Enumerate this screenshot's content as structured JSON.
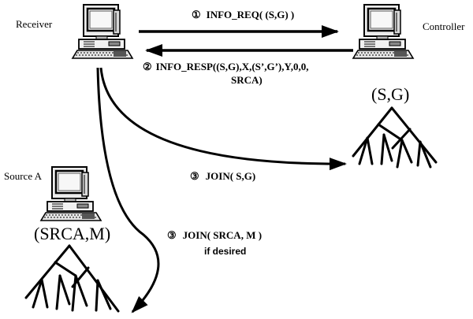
{
  "nodes": {
    "receiver": {
      "label": "Receiver"
    },
    "controller": {
      "label": "Controller",
      "tree_label": "(S,G)"
    },
    "source_a": {
      "label": "Source A",
      "tree_label": "(SRCA,M)"
    }
  },
  "messages": {
    "info_req": {
      "number": "①",
      "text": "INFO_REQ( (S,G) )"
    },
    "info_resp": {
      "number": "②",
      "line1": "INFO_RESP((S,G),X,(S’,G’),Y,0,0,",
      "line2": "SRCA)"
    },
    "join_sg": {
      "number": "③",
      "text": "JOIN( S,G)"
    },
    "join_srca": {
      "number": "③",
      "line1": "JOIN( SRCA, M )",
      "line2": "if desired"
    }
  }
}
